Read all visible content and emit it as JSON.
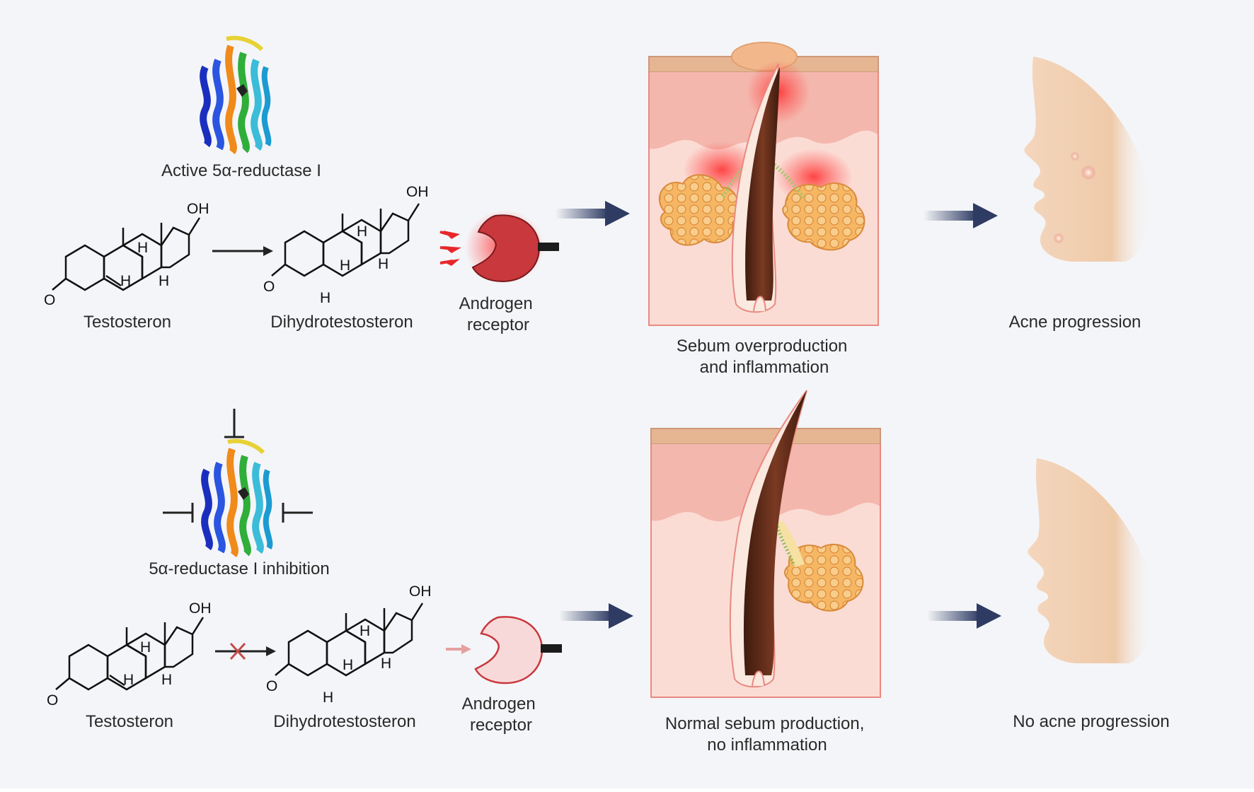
{
  "top": {
    "enzyme_label": "Active 5α-reductase I",
    "substrate_label": "Testosteron",
    "product_label": "Dihydrotestosteron",
    "receptor_label": "Androgen\nreceptor",
    "skin_label": "Sebum overproduction\nand inflammation",
    "outcome_label": "Acne progression"
  },
  "bottom": {
    "enzyme_label": "5α-reductase I inhibition",
    "substrate_label": "Testosteron",
    "product_label": "Dihydrotestosteron",
    "receptor_label": "Androgen\nreceptor",
    "skin_label": "Normal sebum production,\nno inflammation",
    "outcome_label": "No acne progression"
  },
  "molecule_text": {
    "oh": "OH",
    "h": "H",
    "o": "O"
  },
  "colors": {
    "background": "#f4f5f8",
    "arrow_navy": "#2e3b63",
    "receptor_active": "#c8383d",
    "receptor_inactive": "#f2c7c7",
    "inhibit_cross": "#c44b4b",
    "skin_pink": "#f4b7ad",
    "skin_light": "#fbdcd5",
    "hair_brown": "#5b2a1a",
    "sebaceous_orange": "#f2b067",
    "face_tone": "#f1cfb3"
  }
}
